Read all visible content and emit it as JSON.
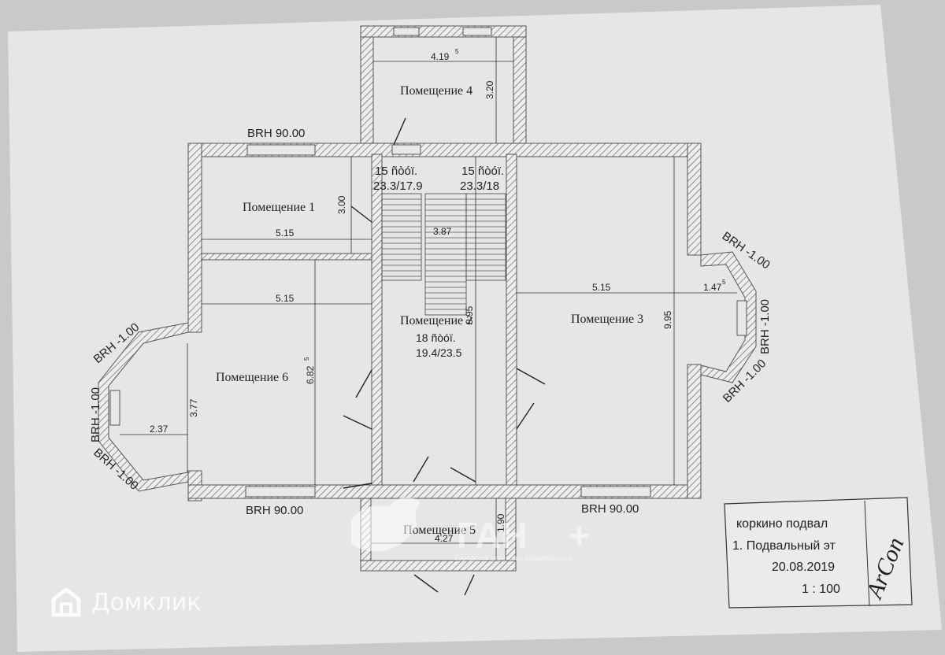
{
  "rooms": {
    "room1": "Помещение 1",
    "room2": "Помещение 2",
    "room3": "Помещение 3",
    "room4": "Помещение 4",
    "room5": "Помещение 5",
    "room6": "Помещение 6"
  },
  "stairs": {
    "left_count": "15 ñòóï.",
    "left_size": "23.3/17.9",
    "right_count": "15 ñòóï.",
    "right_size": "23.3/18",
    "main_count": "18 ñòóï.",
    "main_size": "19.4/23.5"
  },
  "windows": {
    "top": "BRH 90.00",
    "bottom_left": "BRH 90.00",
    "bottom_right": "BRH 90.00",
    "right_upper": "BRH -1.00",
    "right_mid": "BRH -1.00",
    "right_lower": "BRH -1.00",
    "left_upper": "BRH -1.00",
    "left_mid": "BRH -1.00",
    "left_lower": "BRH -1.00"
  },
  "dimensions": {
    "room4_width": "4.19",
    "room4_width_sup": "5",
    "room4_height": "3.20",
    "room1_width": "5.15",
    "room1_height": "3.00",
    "stair_width": "3.87",
    "room6_width": "5.15",
    "room6_height": "6.82",
    "room6_height_sup": "5",
    "bay_left_width": "2.37",
    "bay_left_height": "3.77",
    "room2_height": "9.95",
    "room3_width": "5.15",
    "room3_height": "9.95",
    "bay_right_width": "1.47",
    "bay_right_width_sup": "5",
    "room5_width": "4.27",
    "room5_height": "1.90"
  },
  "title_block": {
    "project": "коркино подвал",
    "sheet": "1. Подвальный эт",
    "date": "20.08.2019",
    "scale": "1 : 100",
    "logo": "ArCon"
  },
  "watermarks": {
    "agency": "ГАН",
    "agency_sub": "Городское агентство недвижимости",
    "site": "Домклик"
  }
}
